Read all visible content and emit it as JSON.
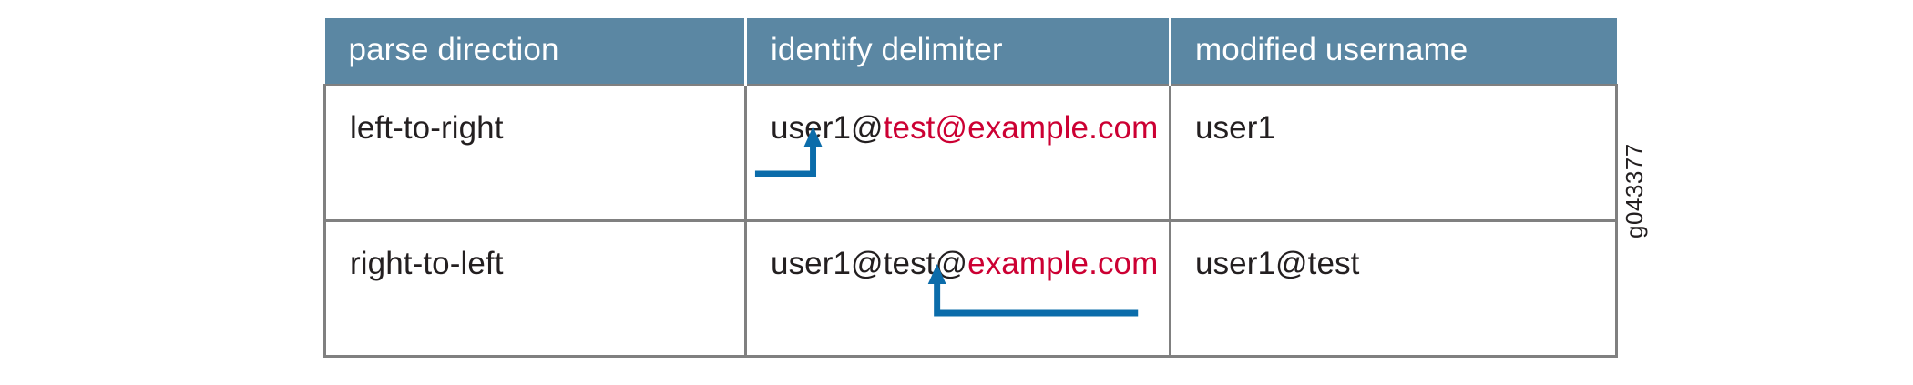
{
  "figure": {
    "id_label": "g043377",
    "colors": {
      "header_bg": "#5b87a3",
      "header_text": "#ffffff",
      "body_text": "#231f20",
      "highlight_red": "#cc0033",
      "arrow_blue": "#0b6caa",
      "border_gray": "#808080",
      "page_bg": "#ffffff"
    }
  },
  "table": {
    "headers": [
      {
        "label": "parse direction"
      },
      {
        "label": "identify delimiter"
      },
      {
        "label": "modified username"
      }
    ],
    "rows": [
      {
        "direction": "left-to-right",
        "delimiter": {
          "full": "user1@test@example.com",
          "prefix": "user1@",
          "highlight": "test@example.com",
          "arrow": {
            "points_at": "@",
            "at_index": 5,
            "direction": "from-left",
            "color": "#0b6caa"
          }
        },
        "modified_username": "user1"
      },
      {
        "direction": "right-to-left",
        "delimiter": {
          "full": "user1@test@example.com",
          "prefix": "user1@test@",
          "highlight": "example.com",
          "arrow": {
            "points_at": "@",
            "at_index": 10,
            "direction": "from-right",
            "color": "#0b6caa"
          }
        },
        "modified_username": "user1@test"
      }
    ]
  }
}
